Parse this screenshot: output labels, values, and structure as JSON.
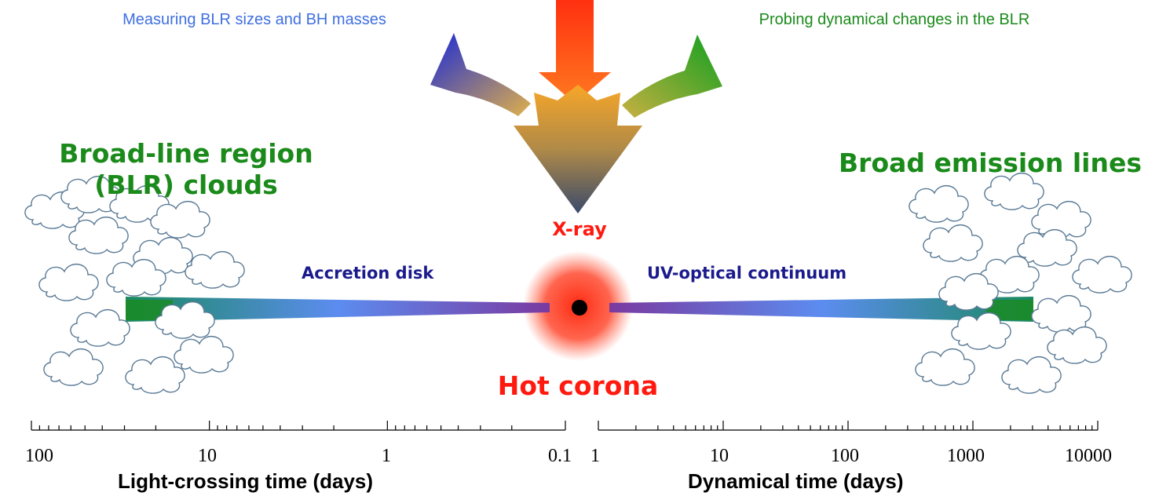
{
  "captions": {
    "left_sub": "Measuring BLR sizes and BH masses",
    "right_sub": "Probing dynamical changes in the BLR"
  },
  "labels": {
    "blr_clouds": "Broad-line region (BLR) clouds",
    "broad_lines": "Broad emission lines",
    "xray": "X-ray",
    "accretion": "Accretion disk",
    "uv_optical": "UV-optical continuum",
    "corona": "Hot corona"
  },
  "axes": {
    "left": {
      "ticks": [
        "100",
        "10",
        "1",
        "0.1"
      ],
      "title": "Light-crossing time (days)",
      "scale": "log",
      "direction": "decreasing"
    },
    "right": {
      "ticks": [
        "1",
        "10",
        "100",
        "1000",
        "10000"
      ],
      "title": "Dynamical time (days)",
      "scale": "log"
    }
  },
  "colors": {
    "blue_arrow": "#2a3fd6",
    "red_arrow": "#ff3a10",
    "green_arrow": "#1f9a2a",
    "corona": "#ff2a10",
    "clouds_label": "#1a8a1a",
    "disk_label": "#1a1a8c"
  }
}
